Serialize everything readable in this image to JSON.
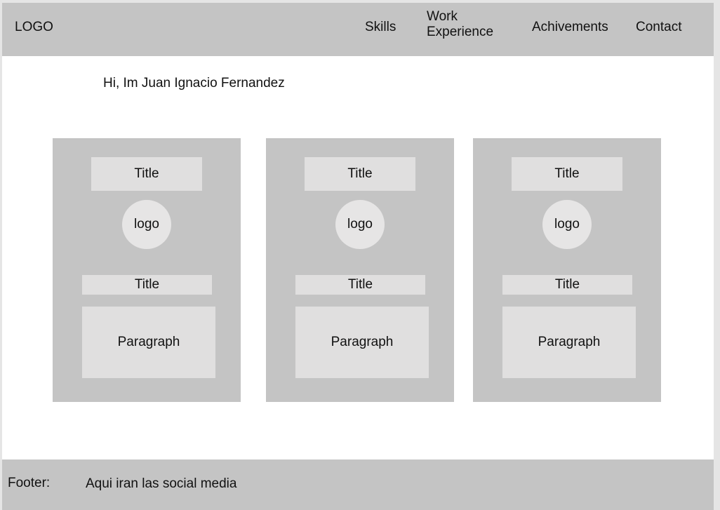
{
  "header": {
    "logo": "LOGO",
    "nav": {
      "skills": "Skills",
      "work_experience": "Work Experience",
      "achievements": "Achivements",
      "contact": "Contact"
    }
  },
  "hero": {
    "greeting": "Hi, Im Juan Ignacio Fernandez"
  },
  "cards": [
    {
      "title_top": "Title",
      "logo": "logo",
      "title_mid": "Title",
      "paragraph": "Paragraph"
    },
    {
      "title_top": "Title",
      "logo": "logo",
      "title_mid": "Title",
      "paragraph": "Paragraph"
    },
    {
      "title_top": "Title",
      "logo": "logo",
      "title_mid": "Title",
      "paragraph": "Paragraph"
    }
  ],
  "footer": {
    "label": "Footer:",
    "text": "Aqui iran las social media"
  },
  "colors": {
    "header_bg": "#c4c4c4",
    "card_bg": "#c4c4c4",
    "placeholder_bg": "#e0dfdf",
    "page_bg": "#ffffff"
  }
}
